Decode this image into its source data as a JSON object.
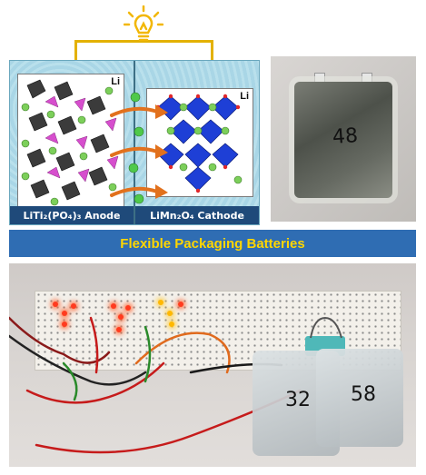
{
  "schematic": {
    "anode_label": "LiTi₂(PO₄)₃ Anode",
    "cathode_label": "LiMn₂O₄ Cathode",
    "li_left": "Li",
    "li_right": "Li"
  },
  "pouch_photo": {
    "number": "48"
  },
  "banner": {
    "text": "Flexible Packaging Batteries"
  },
  "board_photo": {
    "bag1_number": "32",
    "bag2_number": "58"
  },
  "colors": {
    "banner_bg": "#2f6db3",
    "banner_text": "#ffd600",
    "wire": "#e3b100"
  }
}
